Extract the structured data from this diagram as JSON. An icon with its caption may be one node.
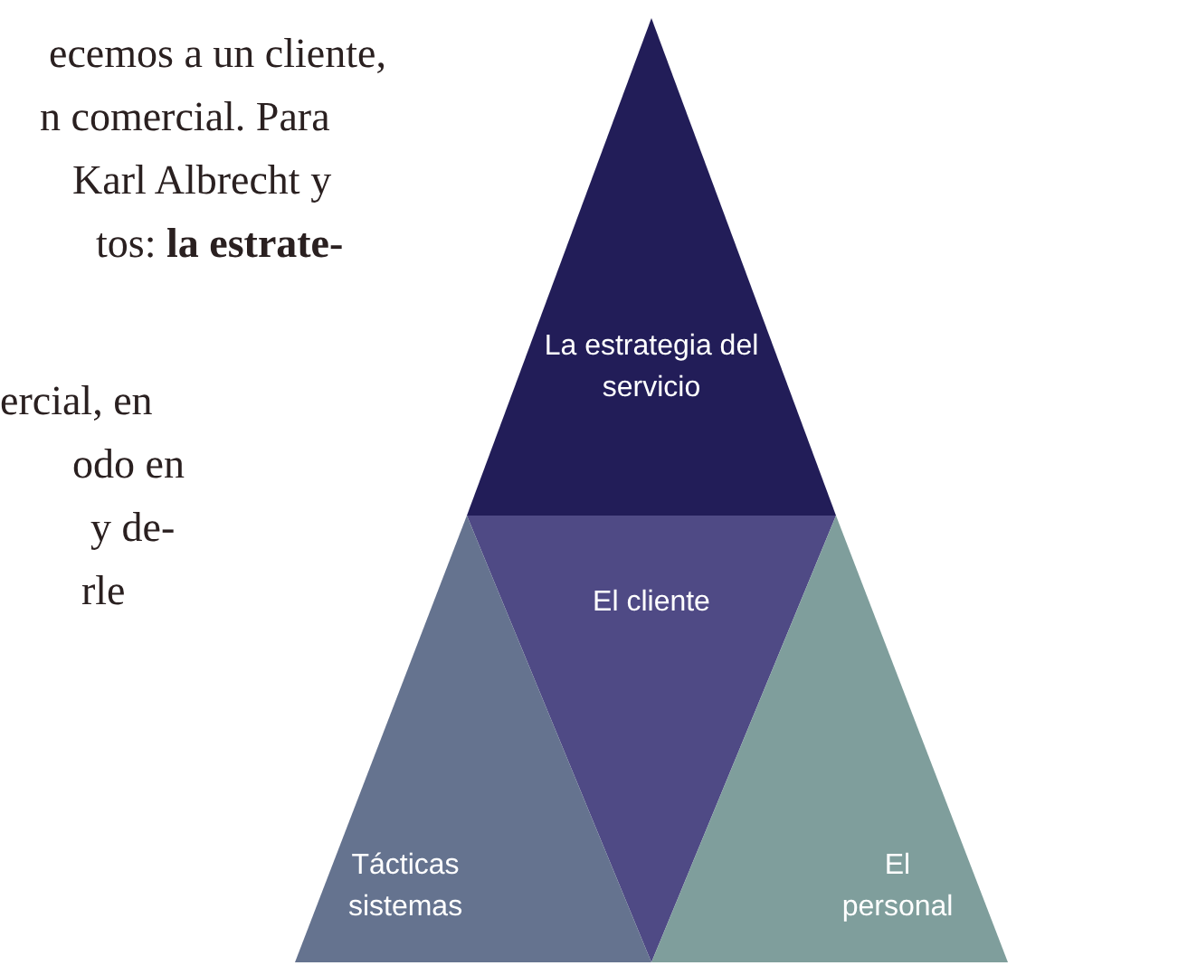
{
  "diagram": {
    "nodes": [
      {
        "text": [
          "La estrategia del servicio"
        ]
      },
      {
        "text": [
          "El cliente"
        ]
      },
      {
        "text": [
          "Tácticas sistemas"
        ]
      },
      {
        "text": [
          "El personal"
        ]
      }
    ],
    "labels": [
      "ecemos a un cliente,",
      "n comercial. Para",
      "Karl Albrecht y",
      "tos: **la estrate-**",
      "ercial, en",
      "odo en",
      "y de-",
      "rle"
    ]
  }
}
